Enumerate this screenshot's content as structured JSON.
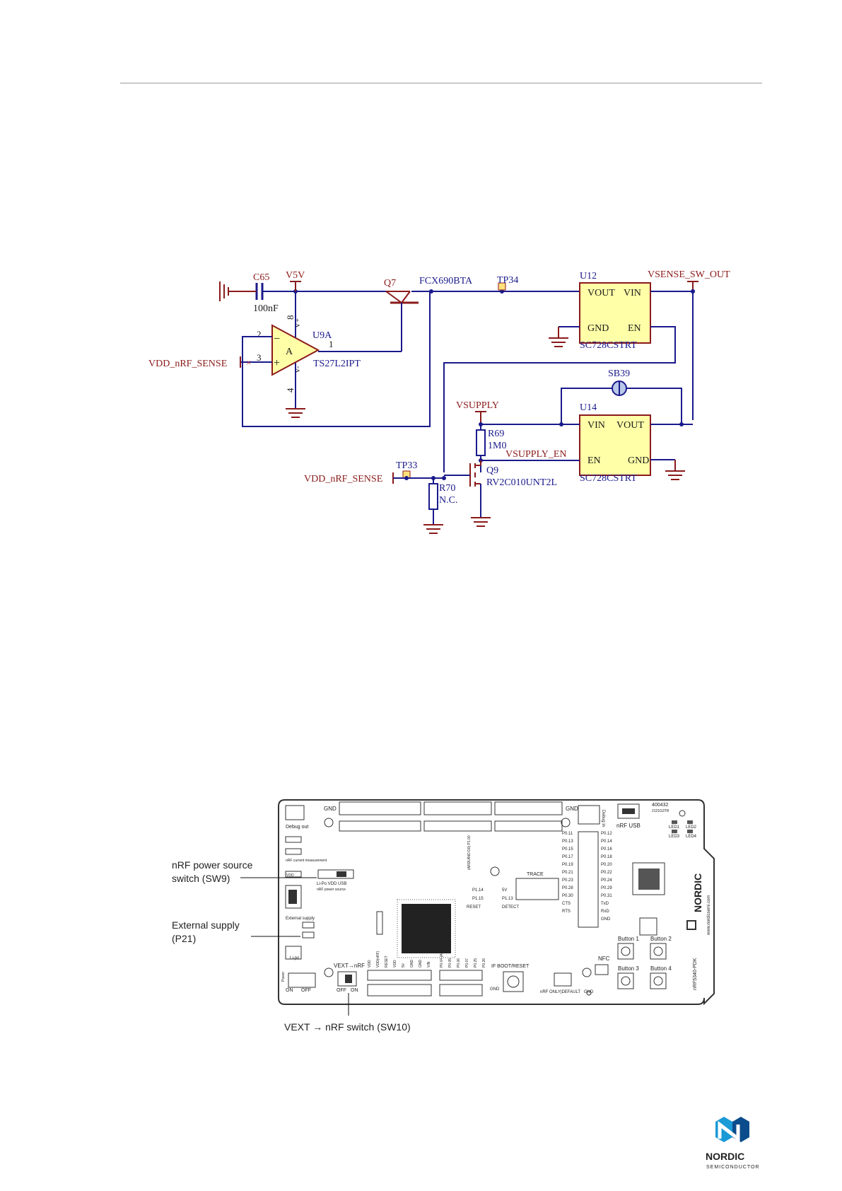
{
  "schematic": {
    "labels": {
      "c65": "C65",
      "c65_val": "100nF",
      "v5v": "V5V",
      "q7": "Q7",
      "q7_part": "FCX690BTA",
      "tp34": "TP34",
      "u12": "U12",
      "vsense_sw_out": "VSENSE_SW_OUT",
      "u12_vout": "VOUT",
      "u12_vin": "VIN",
      "u12_gnd": "GND",
      "u12_en": "EN",
      "u12_part": "SC728CSTRT",
      "u9a": "U9A",
      "u9a_part": "TS27L2IPT",
      "amp_unit": "A",
      "pin2": "2",
      "pin3": "3",
      "pin1": "1",
      "pin8": "8",
      "pin4": "4",
      "vplus": "V+",
      "vminus": "V-",
      "minus": "−",
      "plus": "+",
      "vdd_sense_1": "VDD_nRF_SENSE",
      "sb39": "SB39",
      "u14": "U14",
      "u14_vin": "VIN",
      "u14_vout": "VOUT",
      "u14_en": "EN",
      "u14_gnd": "GND",
      "u14_part": "SC728CSTRT",
      "vsupply": "VSUPPLY",
      "r69": "R69",
      "r69_val": "1M0",
      "vsupply_en": "VSUPPLY_EN",
      "tp33": "TP33",
      "vdd_sense_2": "VDD_nRF_SENSE",
      "q9": "Q9",
      "q9_part": "RV2C010UNT2L",
      "r70": "R70",
      "r70_val": "N.C."
    }
  },
  "board": {
    "callouts": {
      "sw9": [
        "nRF power source",
        "switch (SW9)"
      ],
      "p21": [
        "External supply",
        "(P21)"
      ],
      "sw10": "VEXT → nRF switch (SW10)"
    },
    "labels": {
      "gnd_top": "GND",
      "gnd_right": "GND",
      "debug_out": "Debug out",
      "debug_in": "Debug in",
      "nrf_usb": "nRF USB",
      "board_id": "400432",
      "board_rev": "2121G3TR",
      "led1": "LED1",
      "led2": "LED2",
      "led3": "LED3",
      "led4": "LED4",
      "nordic": "NORDIC",
      "website": "www.nordicsemi.com",
      "model": "nRF5340-PDK",
      "nrf_current": "nRF current measurement",
      "vdd": "VDD",
      "lipo_vdd_usb": "Li-Po VDD USB",
      "nrf_power_source": "nRF power source",
      "external_supply": "External supply",
      "lipo": "Li-po",
      "power": "Power",
      "on": "ON",
      "off": "OFF",
      "vext_nrf": "VEXT→nRF",
      "off2": "OFF",
      "on2": "ON",
      "trace": "TRACE",
      "arduino": "(ARDUINO D0) P1.00",
      "if_boot_reset": "IF BOOT/RESET",
      "nrf_only_default": "nRF ONLY|DEFAULT",
      "gnd_bottom": "GND",
      "gnd_bottom2": "GND",
      "nfc": "NFC",
      "button1": "Button 1",
      "button2": "Button 2",
      "button3": "Button 3",
      "button4": "Button 4",
      "reset": "RESET",
      "detect": "DETECT",
      "p114": "P1.14",
      "p115": "P1.15",
      "p113": "P1.13",
      "p5v": "5V",
      "tx": "TxD",
      "rx": "RxD",
      "cts": "CTS",
      "rts": "RTS",
      "gnd_rts": "GND"
    },
    "header_pins_bottom": [
      "VDD",
      "VDD(nRF)",
      "RESET",
      "VDD",
      "5V",
      "GND",
      "GND",
      "VIN",
      "P0.04 (A0)",
      "P0.05",
      "P0.06",
      "P0.07",
      "P0.25",
      "P0.26"
    ],
    "right_col_left": [
      "P0.11",
      "P0.13",
      "P0.15",
      "P0.17",
      "P0.19",
      "P0.21",
      "P0.23",
      "P0.28",
      "P0.30",
      "CTS",
      "RTS"
    ],
    "right_col_right": [
      "P0.12",
      "P0.14",
      "P0.16",
      "P0.18",
      "P0.20",
      "P0.22",
      "P0.24",
      "P0.29",
      "P0.31",
      "TxD",
      "RxD",
      "GND"
    ]
  },
  "logo": {
    "brand": "NORDIC",
    "sub": "SEMICONDUCTOR"
  }
}
